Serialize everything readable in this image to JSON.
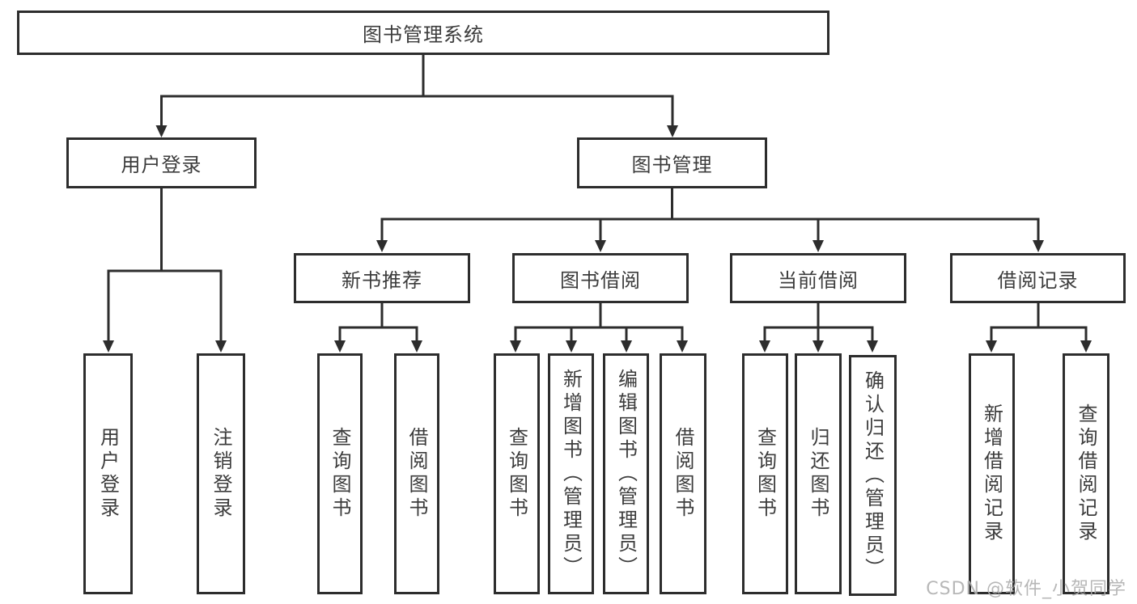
{
  "diagram": {
    "type": "hierarchy-tree",
    "tree": {
      "label": "图书管理系统",
      "children": [
        {
          "label": "用户登录",
          "children": [
            {
              "label": "用户登录"
            },
            {
              "label": "注销登录"
            }
          ]
        },
        {
          "label": "图书管理",
          "children": [
            {
              "label": "新书推荐",
              "children": [
                {
                  "label": "查询图书"
                },
                {
                  "label": "借阅图书"
                }
              ]
            },
            {
              "label": "图书借阅",
              "children": [
                {
                  "label": "查询图书"
                },
                {
                  "label": "新增图书（管理员）"
                },
                {
                  "label": "编辑图书（管理员）"
                },
                {
                  "label": "借阅图书"
                }
              ]
            },
            {
              "label": "当前借阅",
              "children": [
                {
                  "label": "查询图书"
                },
                {
                  "label": "归还图书"
                },
                {
                  "label": "确认归还（管理员）"
                }
              ]
            },
            {
              "label": "借阅记录",
              "children": [
                {
                  "label": "新增借阅记录"
                },
                {
                  "label": "查询借阅记录"
                }
              ]
            }
          ]
        }
      ]
    },
    "colors": {
      "line": "#2d2d2d",
      "text": "#3c3c3c",
      "box_fill": "#ffffff",
      "background": "#ffffff",
      "watermark": "#b0b0b0"
    }
  },
  "watermark": {
    "text": "CSDN @软件_小贺同学"
  }
}
